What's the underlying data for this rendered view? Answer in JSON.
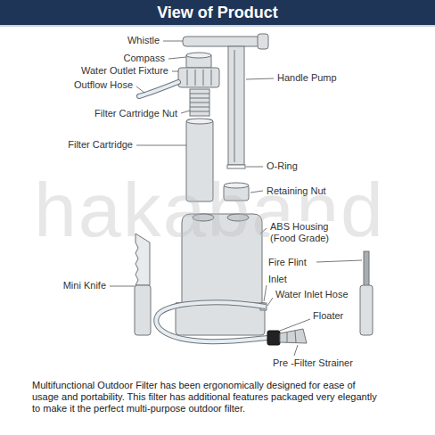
{
  "diagram": {
    "title": "View of Product",
    "caption": "Multifunctional Outdoor Filter has been ergonomically designed for ease of usage and portability. This filter has additional features packaged very elegantly to make it the perfect multi-purpose outdoor filter.",
    "labels": [
      "Whistle",
      "Compass",
      "Water Outlet Fixture",
      "Handle Pump",
      "Outflow Hose",
      "Filter Cartridge Nut",
      "Filter Cartridge",
      "O-Ring",
      "Retaining Nut",
      "hakaband",
      "ABS Housing (Food Grade)",
      "Fire Flint",
      "Mini Knife",
      "Inlet",
      "Water Inlet Hose",
      "Floater",
      "Pre -Filter Strainer"
    ]
  }
}
